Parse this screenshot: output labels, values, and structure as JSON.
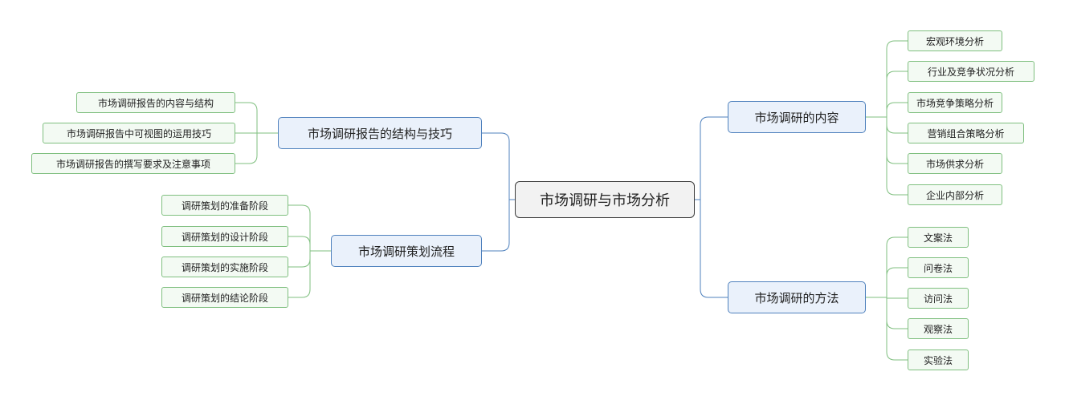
{
  "colors": {
    "root_border": "#3c3c3c",
    "root_fill": "#f2f2f2",
    "branch_border": "#4f81bd",
    "branch_fill": "#eaf1fb",
    "leaf_border": "#7fbf7f",
    "leaf_fill": "#f3faf3",
    "connector_blue": "#4f81bd",
    "connector_green": "#7fbf7f"
  },
  "mindmap": {
    "root": "市场调研与市场分析",
    "branches": [
      {
        "label": "市场调研的内容",
        "side": "right",
        "children": [
          "宏观环境分析",
          "行业及竞争状况分析",
          "市场竞争策略分析",
          "营销组合策略分析",
          "市场供求分析",
          "企业内部分析"
        ]
      },
      {
        "label": "市场调研的方法",
        "side": "right",
        "children": [
          "文案法",
          "问卷法",
          "访问法",
          "观察法",
          "实验法"
        ]
      },
      {
        "label": "市场调研报告的结构与技巧",
        "side": "left",
        "children": [
          "市场调研报告的内容与结构",
          "市场调研报告中可视图的运用技巧",
          "市场调研报告的撰写要求及注意事项"
        ]
      },
      {
        "label": "市场调研策划流程",
        "side": "left",
        "children": [
          "调研策划的准备阶段",
          "调研策划的设计阶段",
          "调研策划的实施阶段",
          "调研策划的结论阶段"
        ]
      }
    ]
  }
}
